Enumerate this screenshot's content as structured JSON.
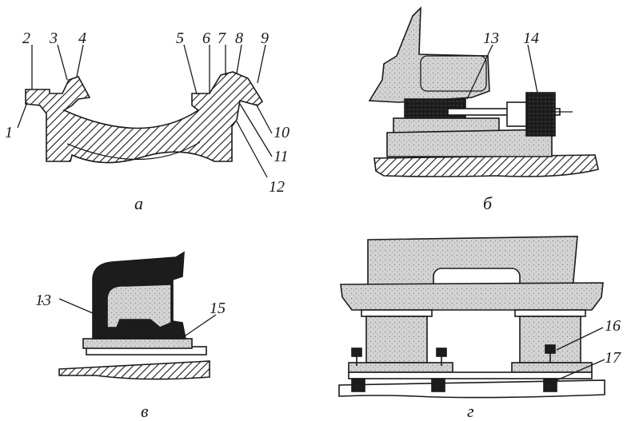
{
  "panels": [
    {
      "caption": "а"
    },
    {
      "caption": "б"
    },
    {
      "caption": "в"
    },
    {
      "caption": "г"
    }
  ],
  "labels": [
    "1",
    "2",
    "3",
    "4",
    "5",
    "6",
    "7",
    "8",
    "9",
    "10",
    "11",
    "12",
    "13",
    "14",
    "13",
    "15",
    "16",
    "17"
  ],
  "colors": {
    "ink": "#1a1a1a",
    "stipple": "#cfcfcf",
    "paper": "#ffffff"
  }
}
